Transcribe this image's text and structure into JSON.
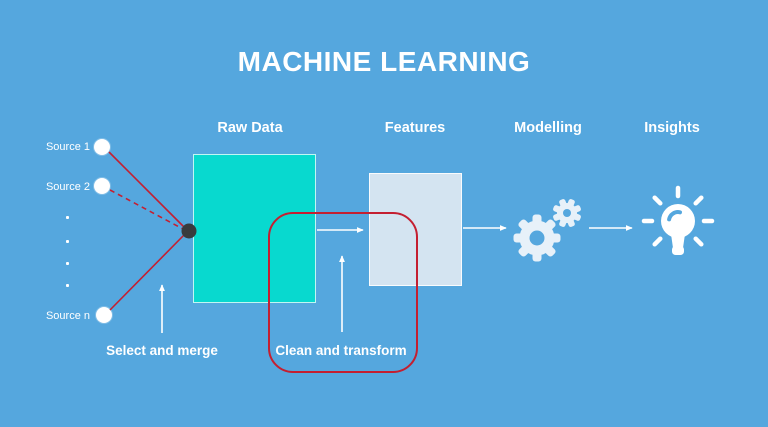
{
  "title": "MACHINE LEARNING",
  "colors": {
    "background": "#55a7de",
    "raw_data_fill": "#08d9cf",
    "features_fill": "#d4e4f1",
    "highlight_red": "#c41f31",
    "text_white": "#ffffff",
    "merge_dot": "#383b3e",
    "gear_fill": "#e7f1f9"
  },
  "stages": [
    {
      "label": "Raw Data"
    },
    {
      "label": "Features"
    },
    {
      "label": "Modelling"
    },
    {
      "label": "Insights"
    }
  ],
  "sources": [
    {
      "label": "Source 1"
    },
    {
      "label": "Source 2"
    },
    {
      "label": "Source n"
    }
  ],
  "annotations": [
    {
      "label": "Select and merge"
    },
    {
      "label": "Clean and transform"
    }
  ],
  "icons": [
    {
      "name": "gears-icon",
      "represents": "Modelling"
    },
    {
      "name": "lightbulb-icon",
      "represents": "Insights"
    }
  ]
}
